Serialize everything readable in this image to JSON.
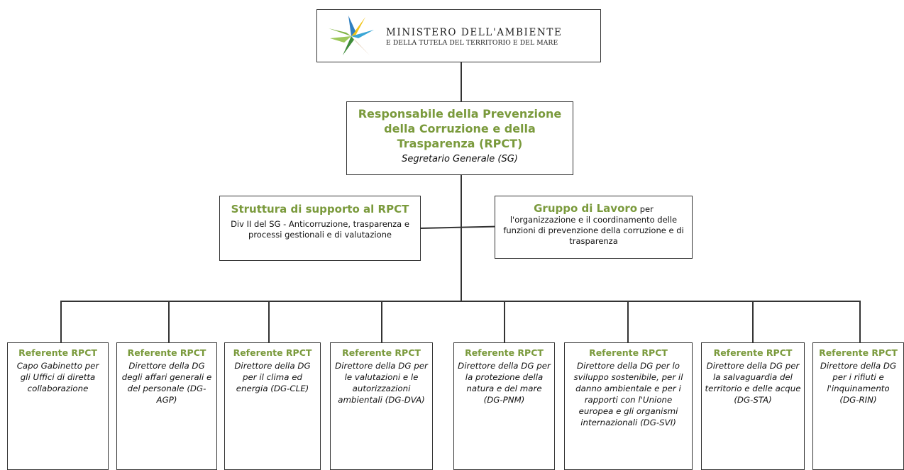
{
  "ministry": {
    "logo_line1": "MINISTERO DELL'AMBIENTE",
    "logo_line2": "E DELLA TUTELA DEL TERRITORIO E DEL MARE"
  },
  "rpct": {
    "title": "Responsabile della Prevenzione della Corruzione e della Trasparenza (RPCT)",
    "subtitle": "Segretario Generale (SG)"
  },
  "support": {
    "title": "Struttura di supporto al RPCT",
    "text": "Div II del SG - Anticorruzione, trasparenza e processi gestionali e di valutazione"
  },
  "group": {
    "title": "Gruppo di Lavoro",
    "text": "per l'organizzazione e il coordinamento delle funzioni di prevenzione della corruzione e di trasparenza"
  },
  "referents": [
    {
      "header": "Referente RPCT",
      "text": "Capo Gabinetto per gli Uffici di diretta collaborazione"
    },
    {
      "header": "Referente RPCT",
      "text": "Direttore della DG degli affari generali e del personale (DG-AGP)"
    },
    {
      "header": "Referente RPCT",
      "text": "Direttore della DG per il clima ed energia (DG-CLE)"
    },
    {
      "header": "Referente RPCT",
      "text": "Direttore della DG per le valutazioni e le autorizzazioni ambientali (DG-DVA)"
    },
    {
      "header": "Referente RPCT",
      "text": "Direttore della DG per la protezione della natura e del mare (DG-PNM)"
    },
    {
      "header": "Referente RPCT",
      "text": "Direttore della DG per lo sviluppo sostenibile, per il danno ambientale e per i rapporti con l'Unione europea e gli organismi internazionali (DG-SVI)"
    },
    {
      "header": "Referente RPCT",
      "text": "Direttore della DG per la salvaguardia del territorio e delle acque (DG-STA)"
    },
    {
      "header": "Referente RPCT",
      "text": "Direttore della DG per i rifiuti e l'inquinamento (DG-RIN)"
    }
  ],
  "colors": {
    "title_green": "#7a9a3c",
    "line": "#333333"
  }
}
